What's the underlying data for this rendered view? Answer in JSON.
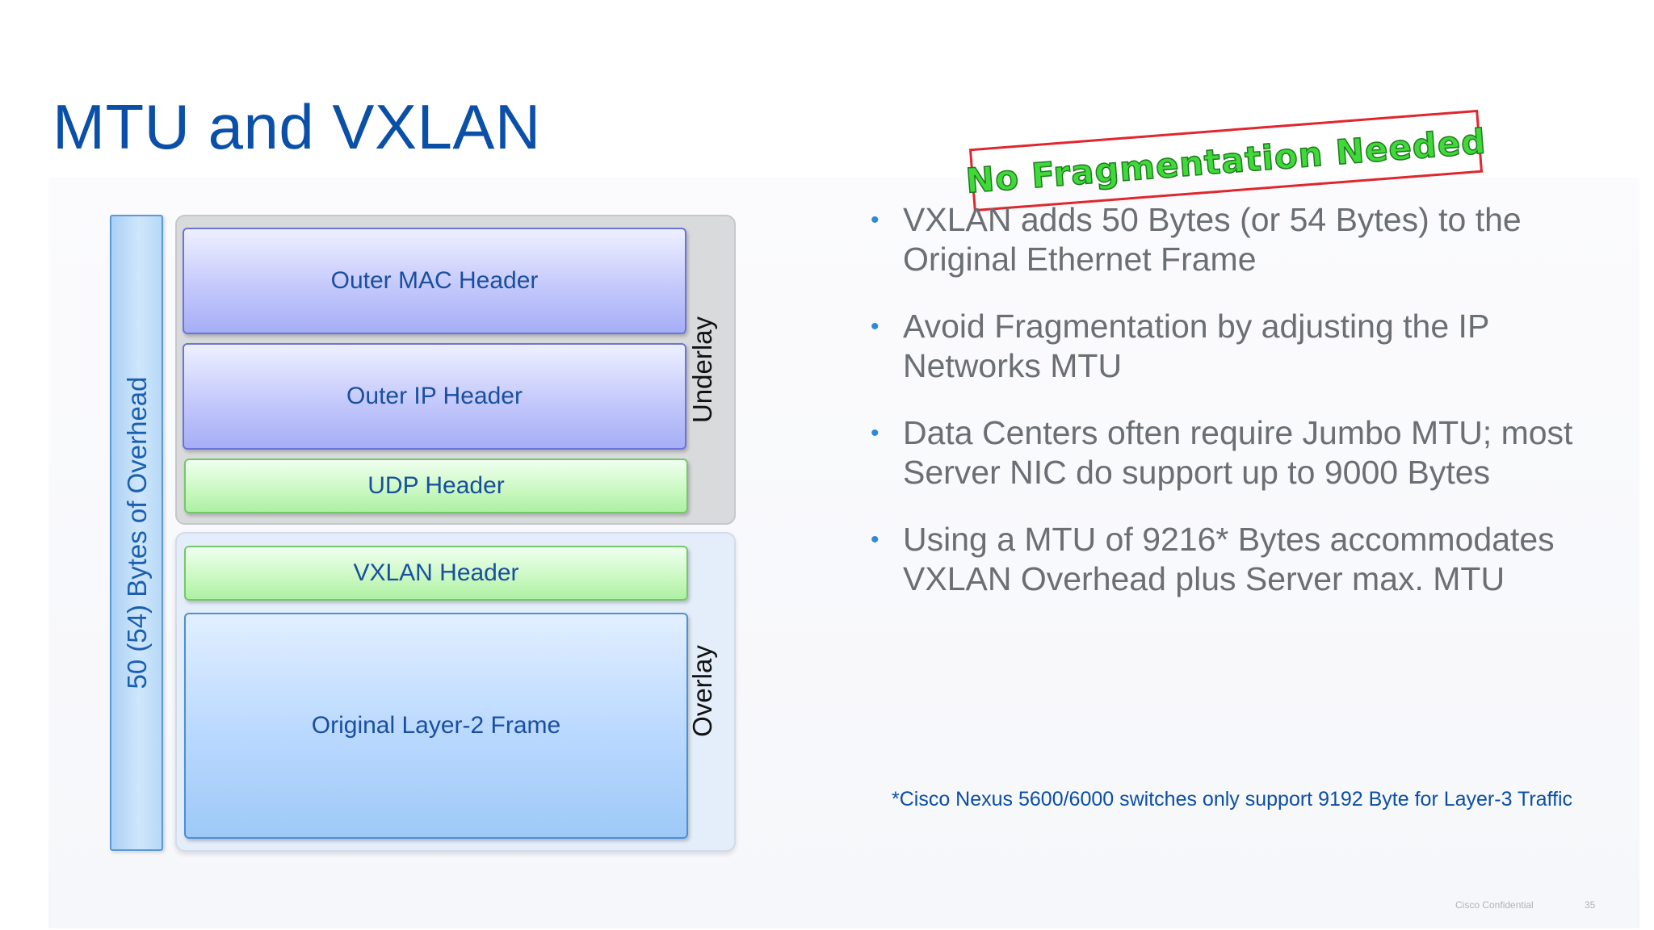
{
  "slide": {
    "title": "MTU and VXLAN",
    "confidential": "Cisco Confidential",
    "page_number": "35"
  },
  "diagram": {
    "overhead_label": "50 (54) Bytes of Overhead",
    "underlay_label": "Underlay",
    "overlay_label": "Overlay",
    "layers": {
      "outer_mac": "Outer MAC Header",
      "outer_ip": "Outer IP Header",
      "udp": "UDP Header",
      "vxlan": "VXLAN Header",
      "original": "Original Layer-2 Frame"
    }
  },
  "stamp": {
    "text": "No Fragmentation Needed"
  },
  "bullets": [
    "VXLAN adds 50 Bytes (or 54 Bytes) to the Original Ethernet Frame",
    "Avoid Fragmentation by adjusting the IP Networks MTU",
    "Data Centers often require Jumbo MTU; most Server NIC do support up to 9000 Bytes",
    "Using a MTU of 9216* Bytes accommodates VXLAN Overhead plus Server max. MTU"
  ],
  "footnote": "*Cisco Nexus 5600/6000 switches only support 9192 Byte for Layer-3 Traffic",
  "colors": {
    "title": "#0a4fa8",
    "bullet_marker": "#2e8ad6",
    "stamp_border": "#e0262e",
    "stamp_text": "#3fd93a"
  }
}
